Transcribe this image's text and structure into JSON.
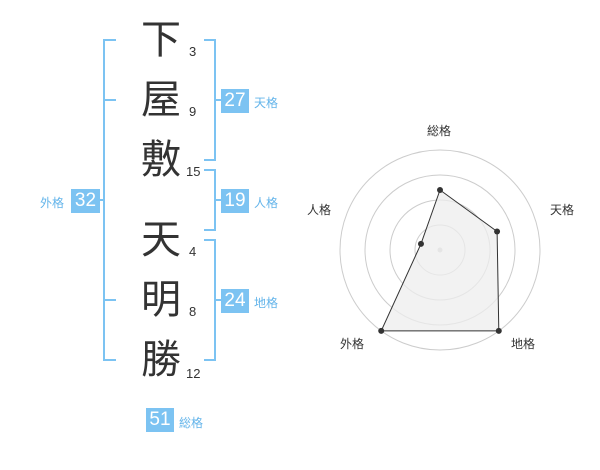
{
  "name": {
    "surname": [
      {
        "char": "下",
        "strokes": "3"
      },
      {
        "char": "屋",
        "strokes": "9"
      },
      {
        "char": "敷",
        "strokes": "15"
      }
    ],
    "given": [
      {
        "char": "天",
        "strokes": "4"
      },
      {
        "char": "明",
        "strokes": "8"
      },
      {
        "char": "勝",
        "strokes": "12"
      }
    ]
  },
  "kaku": {
    "tenkaku": {
      "value": "27",
      "label": "天格"
    },
    "jinkaku": {
      "value": "19",
      "label": "人格"
    },
    "chikaku": {
      "value": "24",
      "label": "地格"
    },
    "gaikaku": {
      "value": "32",
      "label": "外格"
    },
    "soukaku": {
      "value": "51",
      "label": "総格"
    }
  },
  "radar": {
    "axes": [
      "総格",
      "天格",
      "地格",
      "外格",
      "人格"
    ],
    "values": [
      3,
      3,
      5,
      5,
      1
    ],
    "max": 5,
    "rings": 4,
    "colors": {
      "grid": "#cccccc",
      "fill": "#eeeeee",
      "line": "#333333",
      "dot": "#333333"
    }
  },
  "colors": {
    "bracket": "#7cc3f2",
    "badge": "#7cc3f2",
    "badge_label": "#63b4ea"
  }
}
